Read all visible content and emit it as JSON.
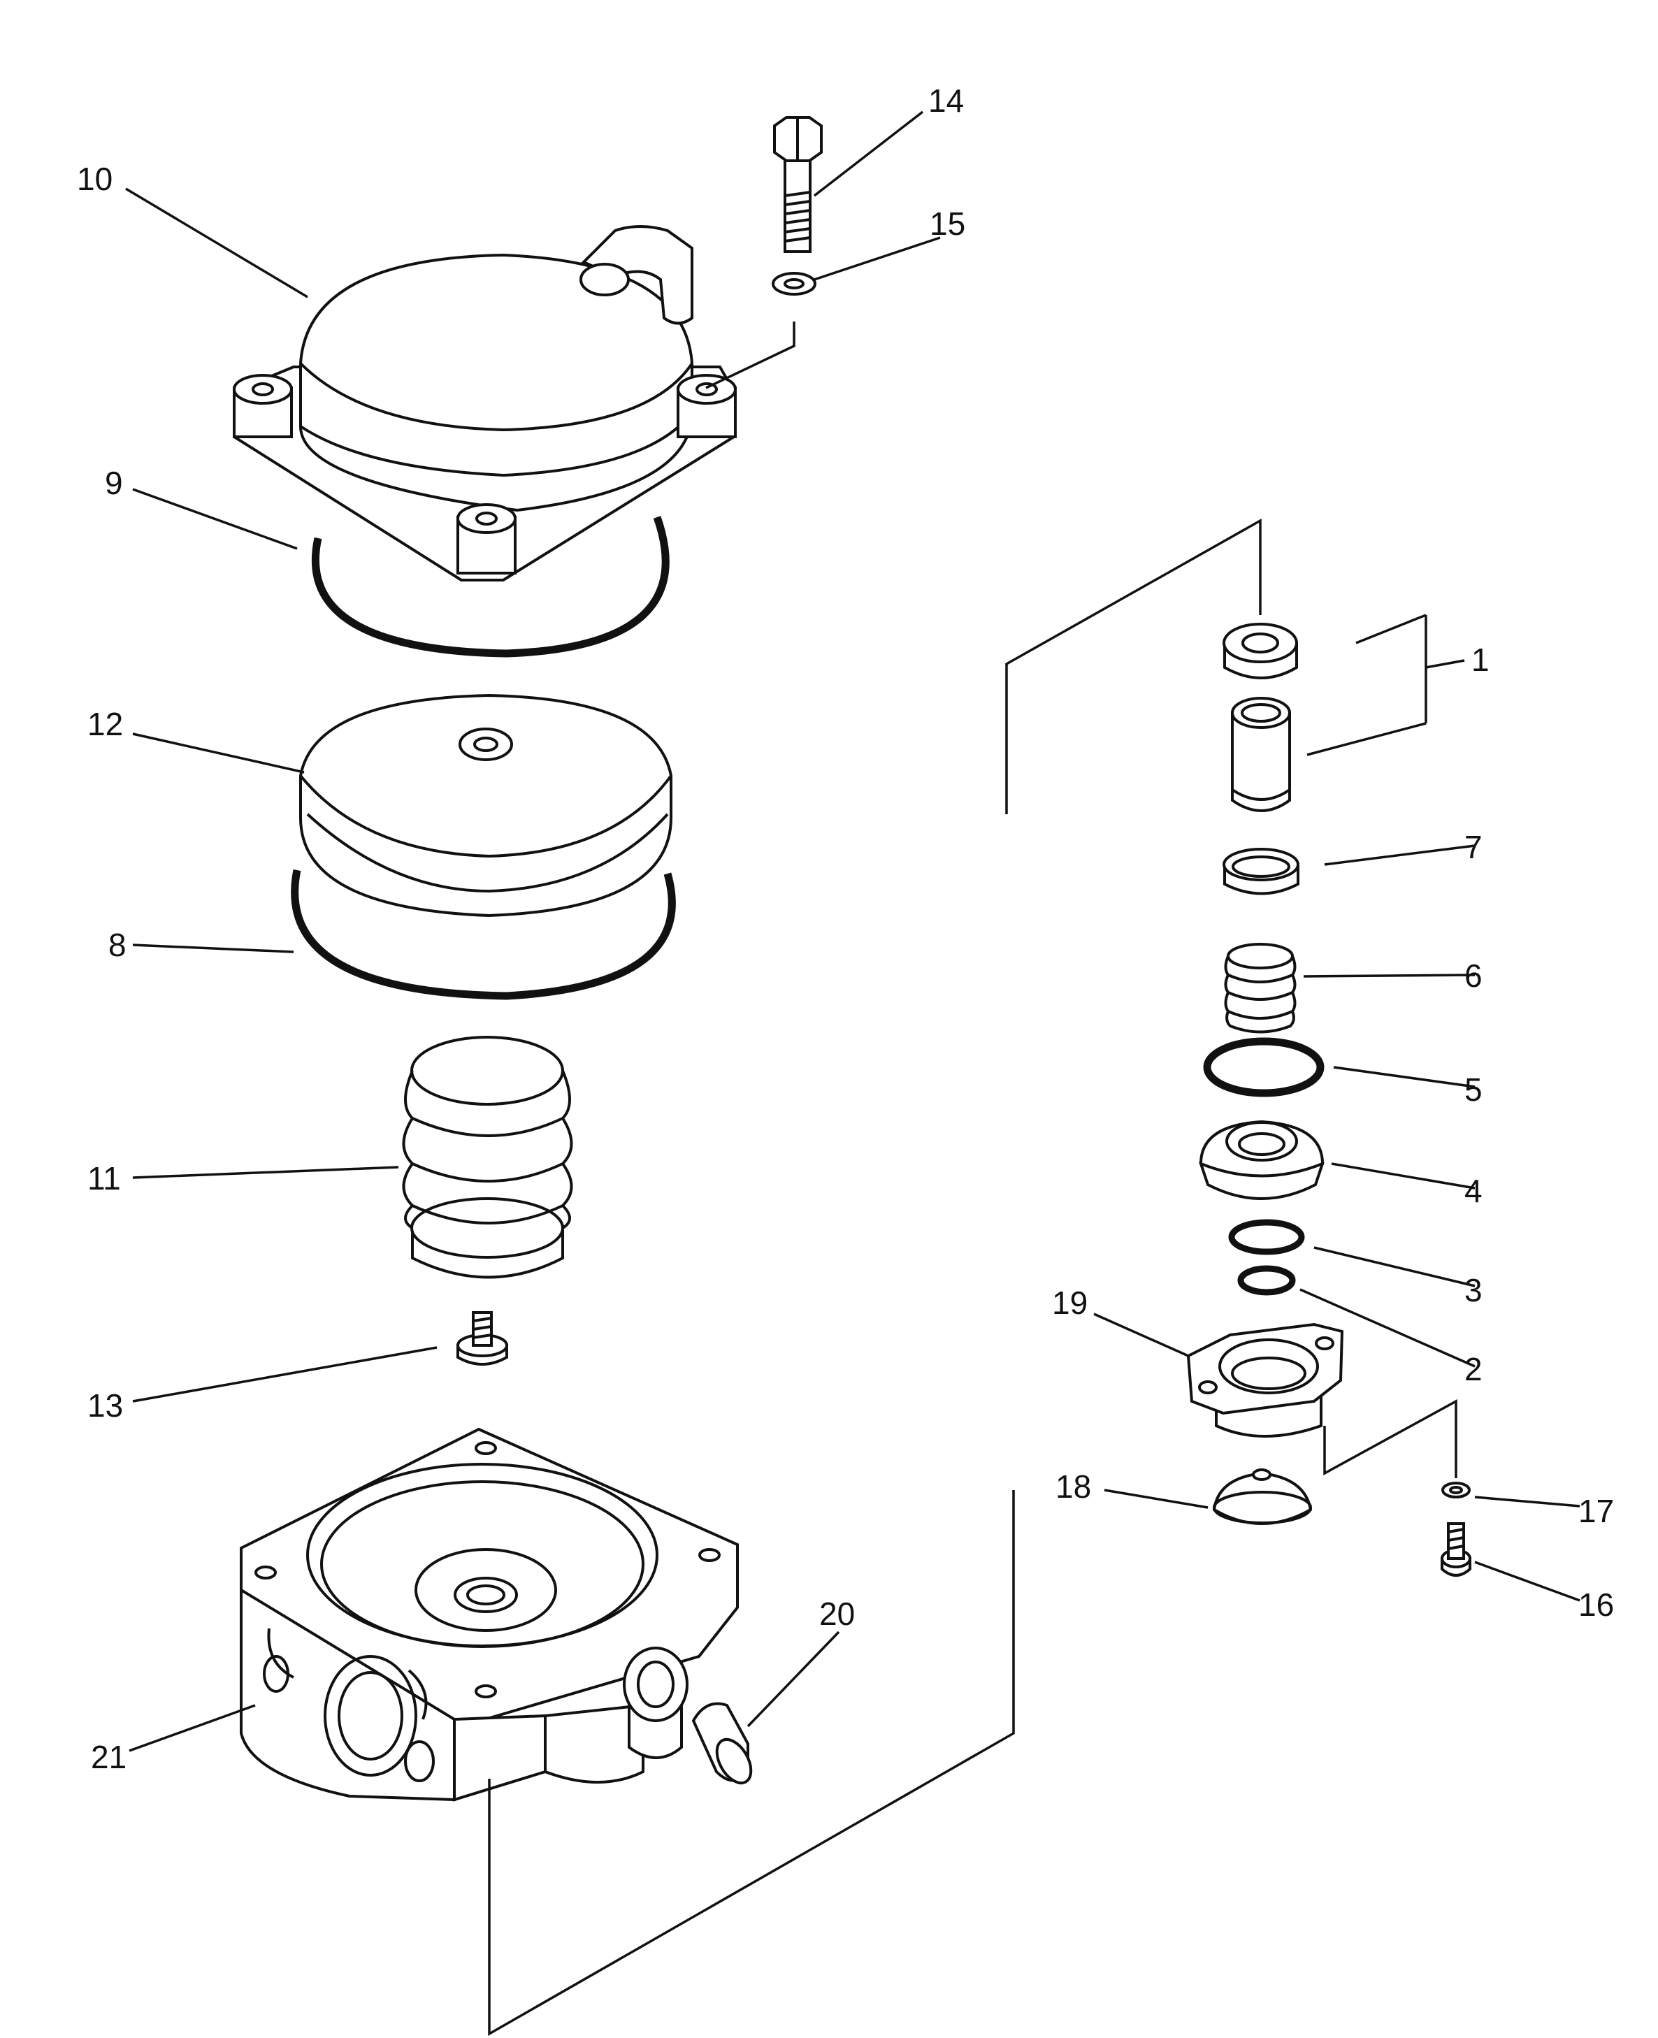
{
  "diagram": {
    "type": "exploded-parts-view",
    "callouts": [
      "1",
      "2",
      "3",
      "4",
      "5",
      "6",
      "7",
      "8",
      "9",
      "10",
      "11",
      "12",
      "13",
      "14",
      "15",
      "16",
      "17",
      "18",
      "19",
      "20",
      "21"
    ],
    "ink_color": "#111111",
    "background_color": "#ffffff"
  }
}
